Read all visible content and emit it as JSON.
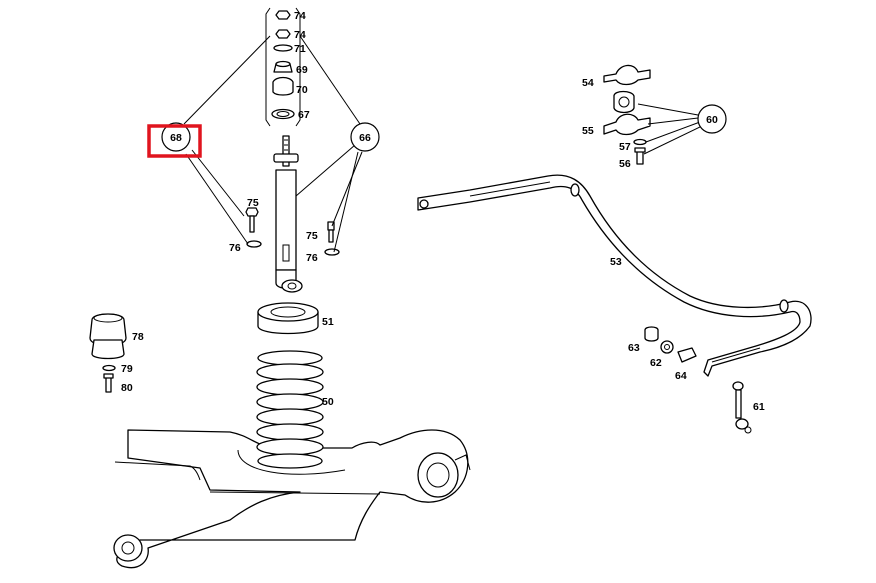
{
  "highlight": {
    "color": "#e0141e",
    "target": "68"
  },
  "callouts": {
    "c68": "68",
    "c66": "66",
    "c60": "60"
  },
  "labels": {
    "p74a": "74",
    "p74b": "74",
    "p71": "71",
    "p69": "69",
    "p70": "70",
    "p67": "67",
    "p75a": "75",
    "p76a": "76",
    "p75b": "75",
    "p76b": "76",
    "p51": "51",
    "p50": "50",
    "p78": "78",
    "p79": "79",
    "p80": "80",
    "p54": "54",
    "p55": "55",
    "p57": "57",
    "p56": "56",
    "p53": "53",
    "p63": "63",
    "p62": "62",
    "p64": "64",
    "p61": "61"
  }
}
